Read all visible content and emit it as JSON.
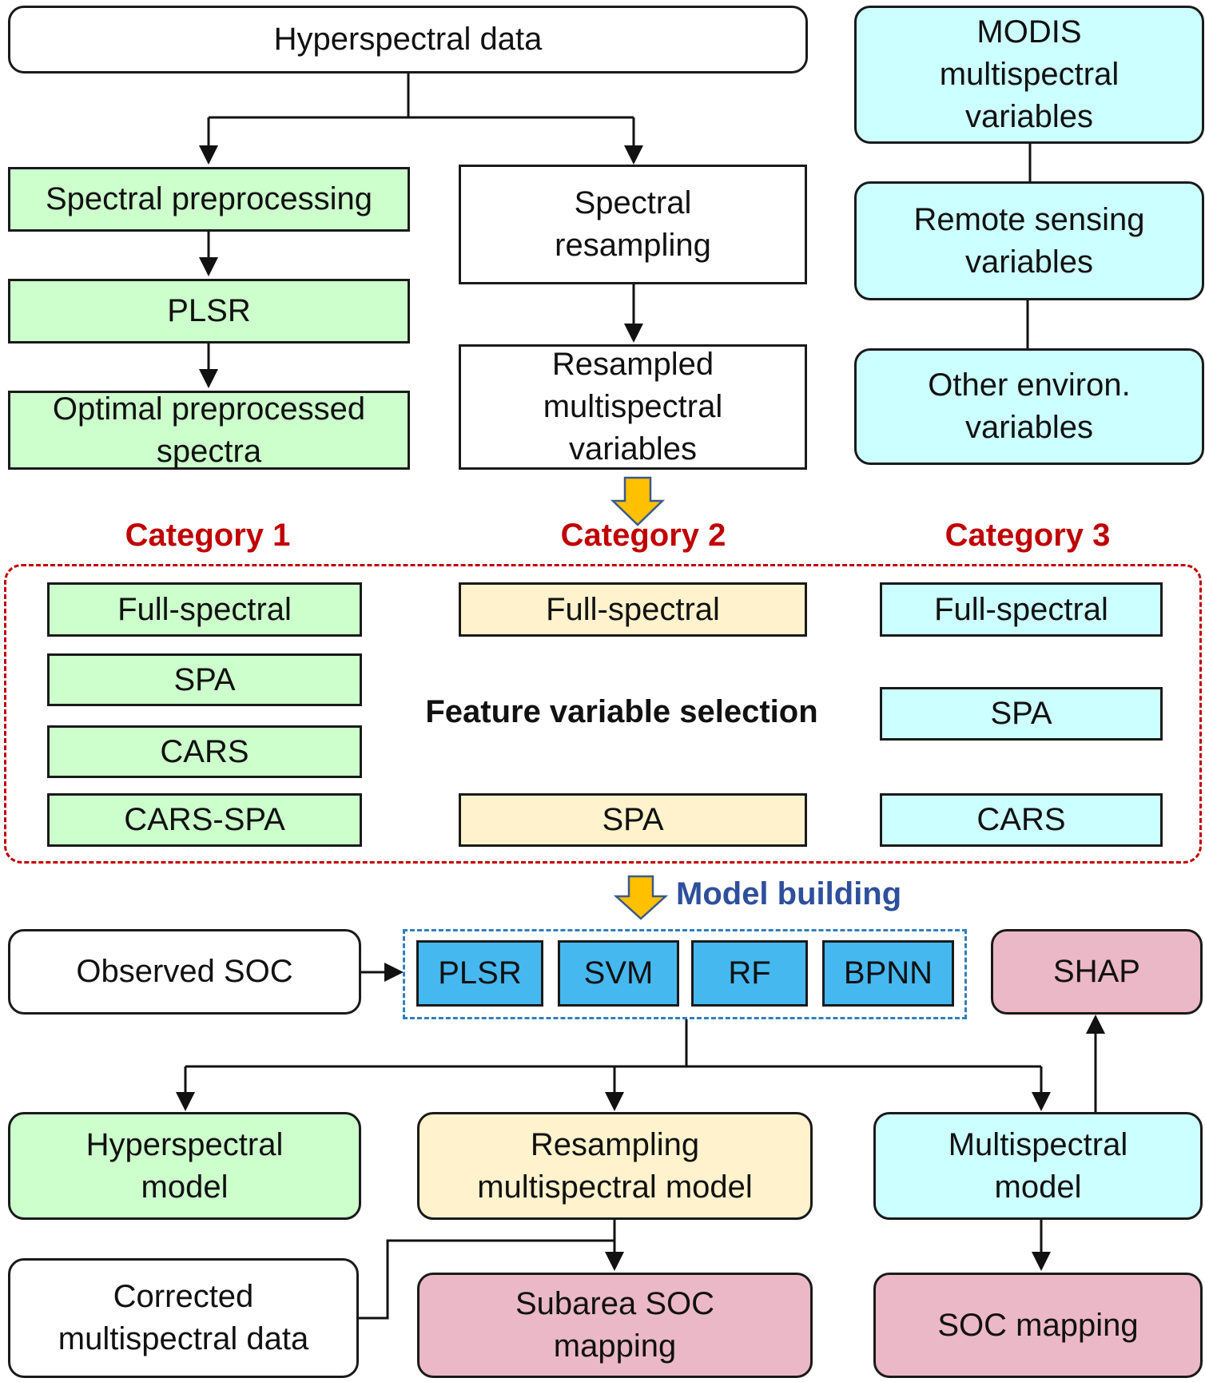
{
  "top": {
    "hyperspectral_data": "Hyperspectral  data",
    "spectral_preprocessing": "Spectral  preprocessing",
    "plsr": "PLSR",
    "optimal_spectra": "Optimal  preprocessed\nspectra",
    "spectral_resampling": "Spectral\nresampling",
    "resampled_variables": "Resampled\nmultispectral\nvariables",
    "modis_variables": "MODIS\nmultispectral\nvariables",
    "remote_sensing_variables": "Remote  sensing\nvariables",
    "other_environ_variables": "Other  environ.\nvariables"
  },
  "categories": {
    "cat1_title": "Category  1",
    "cat2_title": "Category  2",
    "cat3_title": "Category  3",
    "feature_selection_label": "Feature variable selection",
    "cat1_items": [
      "Full-spectral",
      "SPA",
      "CARS",
      "CARS-SPA"
    ],
    "cat2_items": [
      "Full-spectral",
      "SPA"
    ],
    "cat3_items": [
      "Full-spectral",
      "SPA",
      "CARS"
    ]
  },
  "modeling": {
    "model_building_label": "Model building",
    "observed_soc": "Observed  SOC",
    "models": [
      "PLSR",
      "SVM",
      "RF",
      "BPNN"
    ],
    "shap": "SHAP",
    "hyperspectral_model": "Hyperspectral\nmodel",
    "resampling_model": "Resampling\nmultispectral model",
    "multispectral_model": "Multispectral\nmodel",
    "corrected_data": "Corrected\nmultispectral  data",
    "subarea_mapping": "Subarea  SOC\nmapping",
    "soc_mapping": "SOC  mapping"
  },
  "colors": {
    "green": "#ccffcc",
    "cyan": "#ccffff",
    "peach": "#fff2cc",
    "blue": "#46b8f0",
    "pink": "#ebb8c8",
    "category_red": "#c00000",
    "model_label_blue": "#2e4f9c",
    "arrow_orange": "#ffc000"
  }
}
